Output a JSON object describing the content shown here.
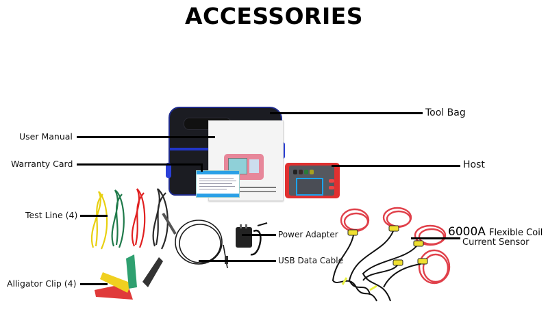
{
  "title": "ACCESSORIES",
  "labels": {
    "tool_bag": "Tool Bag",
    "user_manual": "User Manual",
    "warranty_card": "Warranty Card",
    "host": "Host",
    "test_line": "Test Line (4)",
    "alligator_clip": "Alligator Clip (4)",
    "power_adapter": "Power Adapter",
    "usb_data_cable": "USB Data Cable",
    "sensor_rating": "6000A",
    "sensor_name_line1": "Flexible Coil",
    "sensor_name_line2": "Current Sensor"
  },
  "colors": {
    "lead_colors": [
      "#e8d010",
      "#1f7a4a",
      "#e02020",
      "#2a2a2a"
    ],
    "clip_colors": [
      "#e03a3a",
      "#f0d020",
      "#2fa070",
      "#333333"
    ],
    "host_body": "#e03030",
    "host_screen_border": "#1aa4f0",
    "bag_trim": "#2236c9",
    "coil_color": "#e0404a",
    "coil_connector": "#f0e030"
  }
}
